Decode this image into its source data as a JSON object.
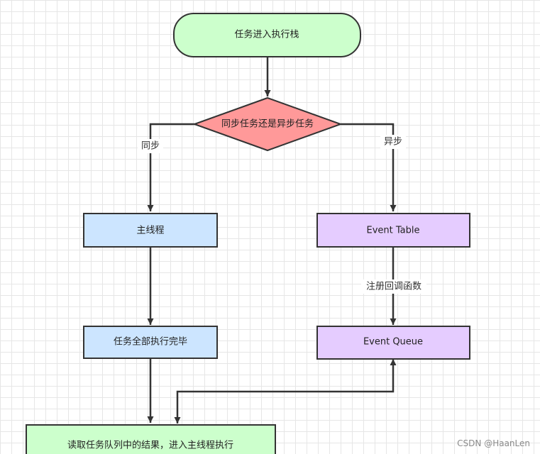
{
  "nodes": {
    "start": "任务进入执行栈",
    "decision": "同步任务还是异步任务",
    "main_thread": "主线程",
    "event_table": "Event Table",
    "tasks_complete": "任务全部执行完毕",
    "event_queue": "Event Queue",
    "read_queue": "读取任务队列中的结果，进入主线程执行"
  },
  "edges": {
    "sync": "同步",
    "async": "异步",
    "register_callback": "注册回调函数"
  },
  "watermark": "CSDN @HaanLen",
  "colors": {
    "terminal_fill": "#ccffcc",
    "decision_fill": "#ff9999",
    "sync_fill": "#cce5ff",
    "async_fill": "#e5ccff",
    "stroke": "#333333"
  }
}
